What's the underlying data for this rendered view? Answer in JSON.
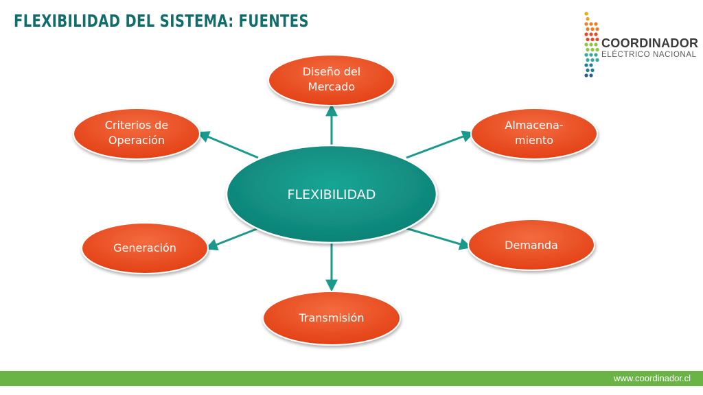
{
  "slide": {
    "title": "FLEXIBILIDAD DEL SISTEMA: FUENTES",
    "footer_url": "www.coordinador.cl"
  },
  "logo": {
    "line1": "COORDINADOR",
    "line2": "ELÉCTRICO NACIONAL"
  },
  "diagram": {
    "center": "FLEXIBILIDAD",
    "nodes": {
      "diseno": [
        "Diseño del",
        "Mercado"
      ],
      "criterios": [
        "Criterios de",
        "Operación"
      ],
      "almacenamiento": [
        "Almacena-",
        "miento"
      ],
      "generacion": [
        "Generación"
      ],
      "demanda": [
        "Demanda"
      ],
      "transmision": [
        "Transmisión"
      ]
    }
  },
  "colors": {
    "title": "#0f6e6c",
    "center_fill": "#129688",
    "node_fill": "#f04b20",
    "connector": "#1a9a8c",
    "footer_bar": "#6ab345"
  }
}
